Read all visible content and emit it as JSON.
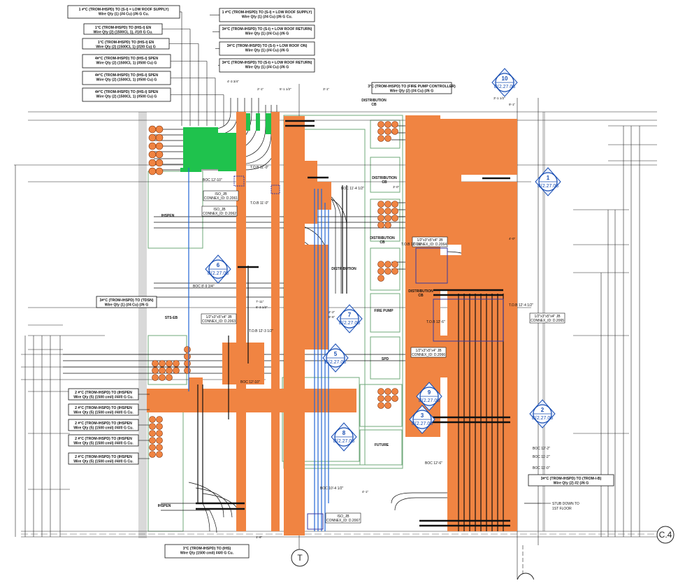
{
  "drawing": {
    "colors": {
      "busway": "#f08442",
      "bus_dark": "#e06a23",
      "green": "#1fc24d",
      "blue": "#2266d6",
      "cable": "#111111",
      "room_outline": "#6fa87a",
      "tag_blue": "#1a4fb3",
      "conduit_cap": "#c24a10"
    },
    "top_left_callouts": [
      "1 #°C (TROM-IHSPD) TO (S-I) = LOW ROOF SUPPLY)\nWire Qty (1) (#4 Cu) (#6 G Cu.",
      "1°C (TROM-IHSPD) TO (IHS-I) EN\nWire Qty (2) (1500CL 1), #1/0 G Cu.",
      "1°C (TROM-IHSPD) TO (IHS-I) EN\nWire Qty (2) (1500CL 1) (#2/0 Cu) G",
      "4#°C (TROM-IHSPD) TO (IHS-I) SPEN\nWire Qty (2) (1500CL 1) (#500 Cu) G",
      "4#°C (TROM-IHSPD) TO (IHS-I) SPEN\nWire Qty (2) (1500CL 1) (#500 Cu) G",
      "4#°C (TROM-IHSPD) TO (IHS-I) SPEN\nWire Qty (2) (1500CL 1) (#500 Cu) G"
    ],
    "top_center_callouts": [
      "1 #°C (TROM-IHSPD) TO (S-I) = LOW ROOF SUPPLY)\nWire Qty (1) (#4 Cu) (#6 G Cu.",
      "3#°C (TROM-IHSPD) TO (S-I) = LOW ROOF RETURN)\nWire Qty (1) (#4 Cu) (#6 G",
      "3#°C (TROM-IHSPD) TO (S-I) = LOW ROOF ON)\nWire Qty (1) (#4 Cu) (#6 G",
      "3#°C (TROM-IHSPD) TO (S-I) = LOW ROOF RETURN)\nWire Qty (1) (#4 Cu) (#6 G"
    ],
    "fire_pump_callout": "3°C (TROM-IHSPD) TO (FIRE PUMP CONTROLLER)\nWire Qty (2) (#4 Cu) (#6 G",
    "left_mid_callout": "3#°C (TROM-IHSPD) TO (TDSN)\nWire Qty (1) (#4 Cu) (#6 G",
    "bottom_left_callouts": [
      "2 #°C (TROM-IHSPD) TO (IHSPEN\nWire Qty (5) (1500 cmil) #4#0 G Cu.",
      "2 #°C (TROM-IHSPD) TO (IHSPEN\nWire Qty (5) (1500 cmil) #4#0 G Cu.",
      "2 #°C (TROM-IHSPD) TO (IHSPEN\nWire Qty (5) (1500 cmil) #4#0 G Cu.",
      "2 #°C (TROM-IHSPD) TO (IHSPEN\nWire Qty (5) (1500 cmil) #4#0 G Cu.",
      "2 #°C (TROM-IHSPD) TO (IHSPEN\nWire Qty (5) (1500 cmil) #4#0 G Cu."
    ],
    "bottom_center_callout": "3°C (TROM-IHSPD) TO (IHS)\nWire Qty (1500 cmil) #4/0 G Cu.",
    "right_callout": "3#°C (TROM-IHSPD) TO (TROM-I-B)\nWire Qty (2) #2 (#6 G",
    "rooms": {
      "distribution_cb_1": "DISTRIBUTION\nCB",
      "distribution_cb_2": "DISTRIBUTION\nCB",
      "distribution_cb_3": "DISTRIBUTION\nCB",
      "distribution_cb_4": "DISTRIBUTION",
      "distribution_cb_5": "DISTRIBUTION\nCB",
      "fire_pump": "FIRE PUMP",
      "spd": "SPD",
      "future": "FUTURE",
      "ihspen_top": "IHSPEN",
      "ihspen_bottom": "IHSPEN",
      "sts_eb": "STS-EB"
    },
    "connection_labels": [
      "ISO_JB\nCONNEX_ID: D.2061",
      "ISO_JB\nCONNEX_ID: D.2062",
      "1/2\"x3\"x5\"x4\" JB\nCONNEX_ID: D.2063",
      "1/2\"x3\"x5\"x4\" JB\nCONNEX_ID: D.2064",
      "1/2\"x3\"x5\"x4\" JB\nCONNEX_ID: D.2065",
      "1/2\"x3\"x5\"x4\" JB\nCONNEX_ID: D.2066",
      "ISO_JB\nCONNEX_ID: D.2067"
    ],
    "elevation_labels": [
      "T.O.B 11'-0\"",
      "T.O.B 11'-0\"",
      "T.O.B 12'-11\"",
      "T.O.B 12'-4 1/2\"",
      "T.O.B 12'-6\"",
      "T.O.B 12'-3 1/2\"",
      "BOC 12'-10\"",
      "BOC 12'-6\"",
      "BOC 8'-9 3/4\"",
      "BOC 12'-2\"",
      "BOC 11'-2\"",
      "BOC 11'-0\"",
      "BOC 11'-4 1/2\"",
      "BOC 10'-4 1/2\"",
      "BOC 12'-10\""
    ],
    "dimension_labels": [
      "4'-3 3/4\"",
      "2'-1\"",
      "5'-1 1/2\"",
      "3'-1\"",
      "3'-1 1/2\"",
      "9'-1\"",
      "3'-0\"",
      "4'-0\"",
      "7'-11\"",
      "6'-3 1/2\"",
      "2'-2\"",
      "9'-6\"",
      "1'-6\"",
      "4'-1\""
    ],
    "section_tags": [
      {
        "num": "10",
        "ref": "E(2.27.03"
      },
      {
        "num": "1",
        "ref": "E(2.27.03"
      },
      {
        "num": "6",
        "ref": "E(2.27.03"
      },
      {
        "num": "7",
        "ref": "E(2.27.03"
      },
      {
        "num": "5",
        "ref": "E(2.27.03"
      },
      {
        "num": "9",
        "ref": "E(2.27.03"
      },
      {
        "num": "3",
        "ref": "E(2.27.03"
      },
      {
        "num": "2",
        "ref": "E(2.27.03"
      },
      {
        "num": "8",
        "ref": "E(2.27.03"
      }
    ],
    "grid_bubbles": {
      "column": "T",
      "row": "C.4"
    },
    "stub_note": "STUB DOWN TO\n1ST FLOOR"
  }
}
